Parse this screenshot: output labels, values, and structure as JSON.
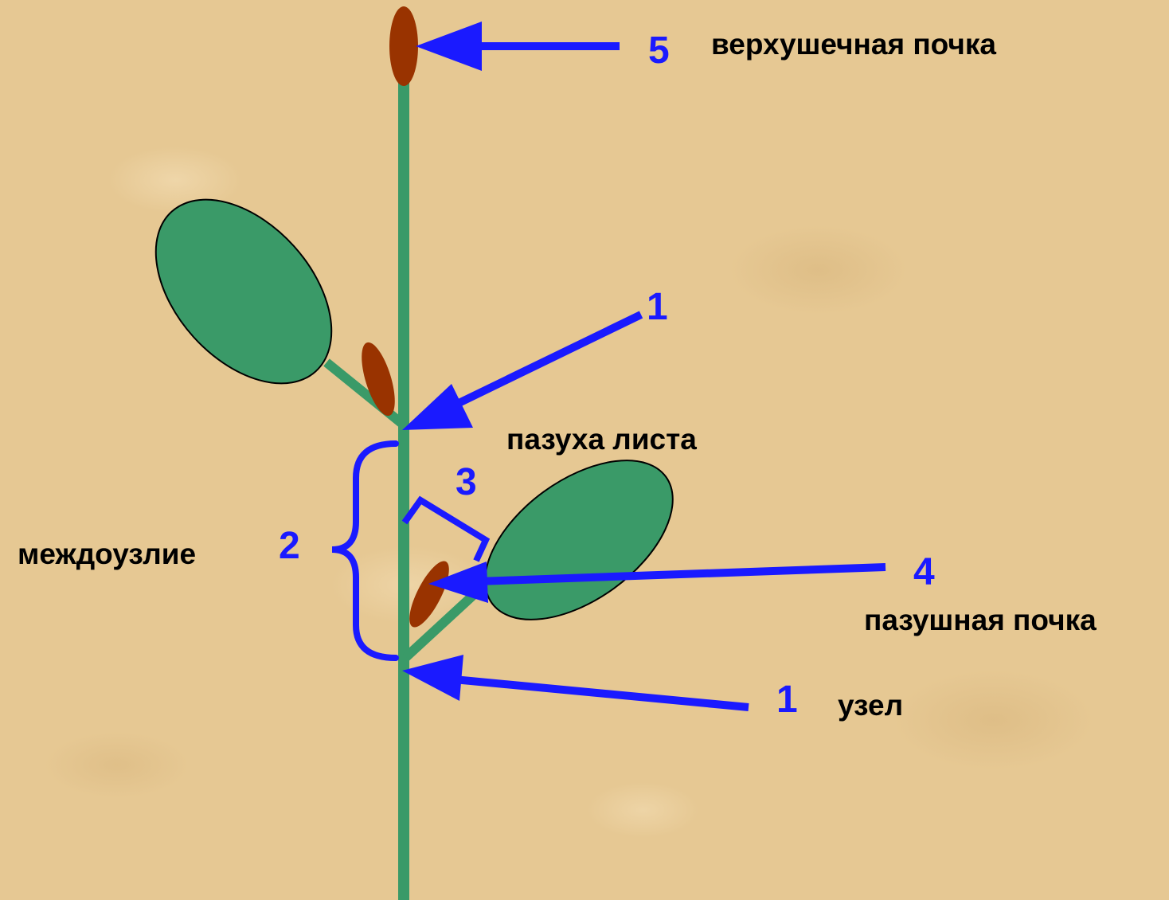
{
  "labels": {
    "apical_bud": "верхушечная почка",
    "leaf_axil": "пазуха листа",
    "internode": "междоузлие",
    "axillary_bud": "пазушная почка",
    "node": "узел"
  },
  "numbers": {
    "n5": "5",
    "n1_top": "1",
    "n3": "3",
    "n2": "2",
    "n4": "4",
    "n1_bottom": "1"
  },
  "colors": {
    "stem": "#3a9a68",
    "leaf": "#3a9a68",
    "bud": "#993300",
    "pointer": "#1a1aff",
    "text": "#000000"
  }
}
